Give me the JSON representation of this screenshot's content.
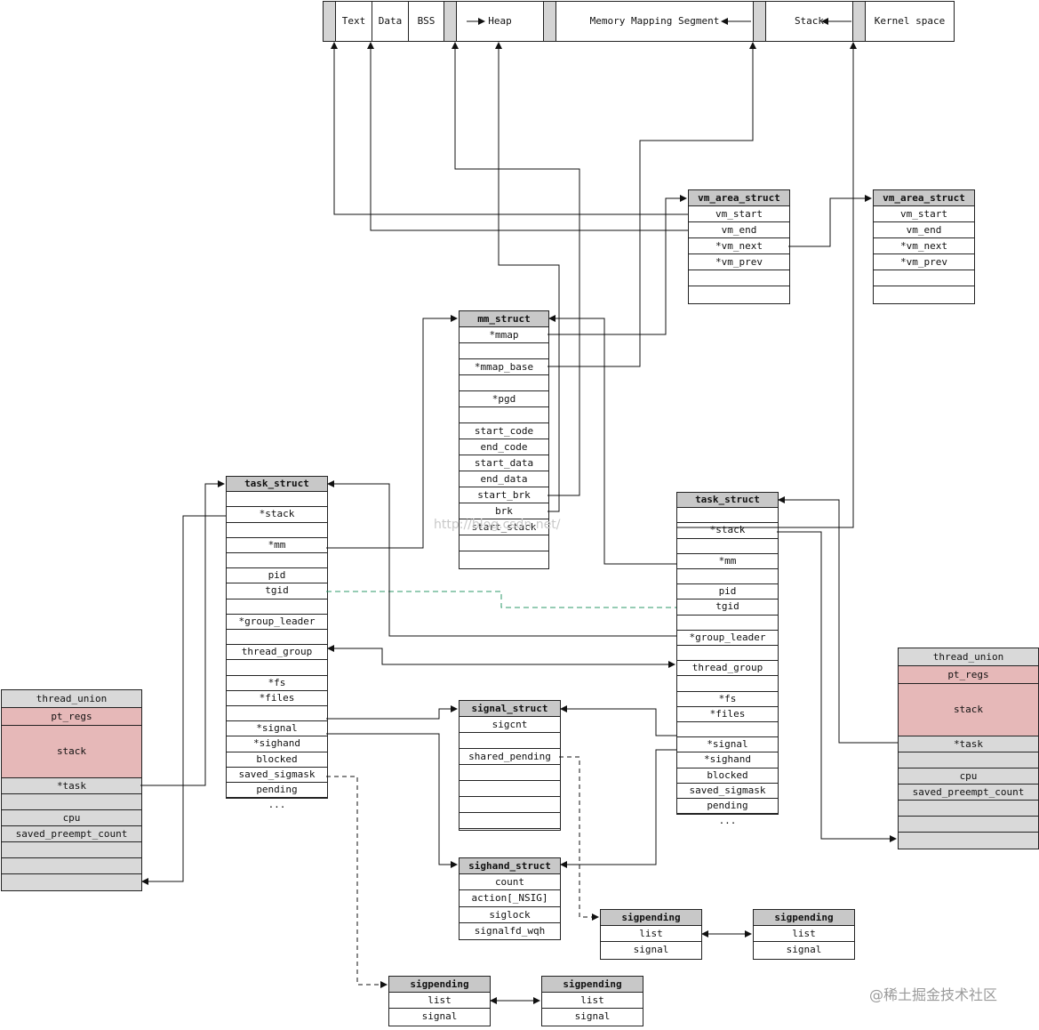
{
  "memory_layout": {
    "segments": [
      "",
      "Text",
      "Data",
      "BSS",
      "",
      "Heap",
      "",
      "Memory Mapping Segment",
      "",
      "Stack",
      "",
      "Kernel space"
    ]
  },
  "vm_area_1": {
    "title": "vm_area_struct",
    "fields": [
      "vm_start",
      "vm_end",
      "*vm_next",
      "*vm_prev",
      "",
      ""
    ]
  },
  "vm_area_2": {
    "title": "vm_area_struct",
    "fields": [
      "vm_start",
      "vm_end",
      "*vm_next",
      "*vm_prev",
      "",
      ""
    ]
  },
  "mm_struct": {
    "title": "mm_struct",
    "fields": [
      "*mmap",
      "",
      "*mmap_base",
      "",
      "*pgd",
      "",
      "start_code",
      "end_code",
      "start_data",
      "end_data",
      "start_brk",
      "brk",
      "start_stack",
      "",
      ""
    ]
  },
  "task_left": {
    "title": "task_struct",
    "fields": [
      "",
      "*stack",
      "",
      "*mm",
      "",
      "pid",
      "tgid",
      "",
      "*group_leader",
      "",
      "thread_group",
      "",
      "*fs",
      "*files",
      "",
      "*signal",
      "*sighand",
      "blocked",
      "saved_sigmask",
      "pending",
      "..."
    ]
  },
  "task_right": {
    "title": "task_struct",
    "fields": [
      "",
      "*stack",
      "",
      "*mm",
      "",
      "pid",
      "tgid",
      "",
      "*group_leader",
      "",
      "thread_group",
      "",
      "*fs",
      "*files",
      "",
      "*signal",
      "*sighand",
      "blocked",
      "saved_sigmask",
      "pending",
      "..."
    ]
  },
  "thread_union_left": {
    "title": "thread_union",
    "pt_regs": "pt_regs",
    "stack": "stack",
    "fields": [
      "*task",
      "",
      "cpu",
      "saved_preempt_count",
      "",
      "",
      ""
    ]
  },
  "thread_union_right": {
    "title": "thread_union",
    "pt_regs": "pt_regs",
    "stack": "stack",
    "fields": [
      "*task",
      "",
      "cpu",
      "saved_preempt_count",
      "",
      "",
      ""
    ]
  },
  "signal_struct": {
    "title": "signal_struct",
    "fields": [
      "sigcnt",
      "",
      "shared_pending",
      "",
      "",
      "",
      "",
      ""
    ]
  },
  "sighand_struct": {
    "title": "sighand_struct",
    "fields": [
      "count",
      "action[_NSIG]",
      "siglock",
      "signalfd_wqh"
    ]
  },
  "sigpending_shared_a": {
    "title": "sigpending",
    "fields": [
      "list",
      "signal"
    ]
  },
  "sigpending_shared_b": {
    "title": "sigpending",
    "fields": [
      "list",
      "signal"
    ]
  },
  "sigpending_private_a": {
    "title": "sigpending",
    "fields": [
      "list",
      "signal"
    ]
  },
  "sigpending_private_b": {
    "title": "sigpending",
    "fields": [
      "list",
      "signal"
    ]
  },
  "url_watermark": "http://blog.csdn.net/",
  "watermark": "@稀土掘金技术社区",
  "colors": {
    "header": "#c8c8c8",
    "gray_row": "#d9d9d9",
    "pink_row": "#e6b8b8",
    "dashed_green": "#2e9a6a",
    "line": "#111111"
  }
}
